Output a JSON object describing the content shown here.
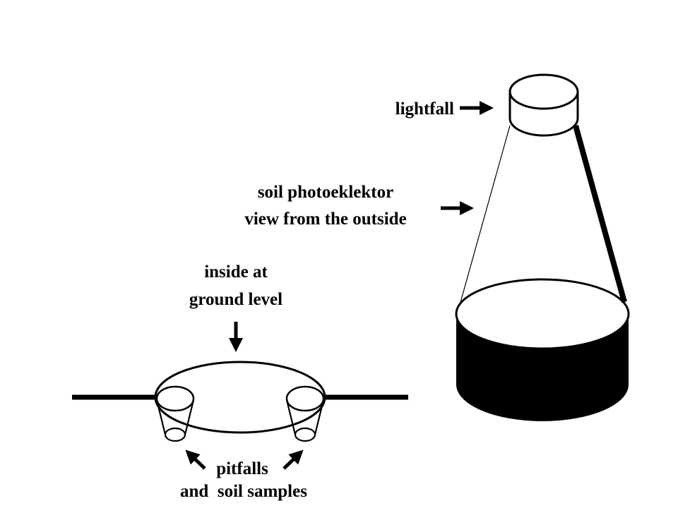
{
  "labels": {
    "lightfall": "lightfall",
    "eklektor_line1": "soil photoeklektor",
    "eklektor_line2": "view from the outside",
    "inside_line1": "inside at",
    "inside_line2": "ground level",
    "pitfalls_line1": "pitfalls",
    "pitfalls_line2": "and  soil samples"
  },
  "colors": {
    "ink": "#000000",
    "paper": "#ffffff"
  }
}
